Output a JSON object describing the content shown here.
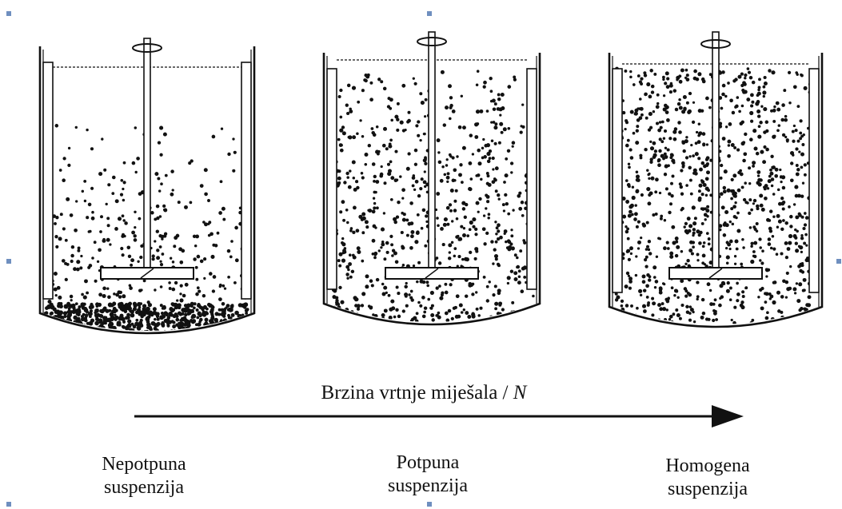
{
  "axis": {
    "label": "Brzina vrtnje miješala / ",
    "symbol": "N"
  },
  "states": [
    {
      "line1": "Nepotpuna",
      "line2": "suspenzija",
      "distribution": "incomplete"
    },
    {
      "line1": "Potpuna",
      "line2": "suspenzija",
      "distribution": "complete"
    },
    {
      "line1": "Homogena",
      "line2": "suspenzija",
      "distribution": "homogeneous"
    }
  ],
  "colors": {
    "ink": "#111111",
    "selection_handle": "#6f8fbf"
  }
}
